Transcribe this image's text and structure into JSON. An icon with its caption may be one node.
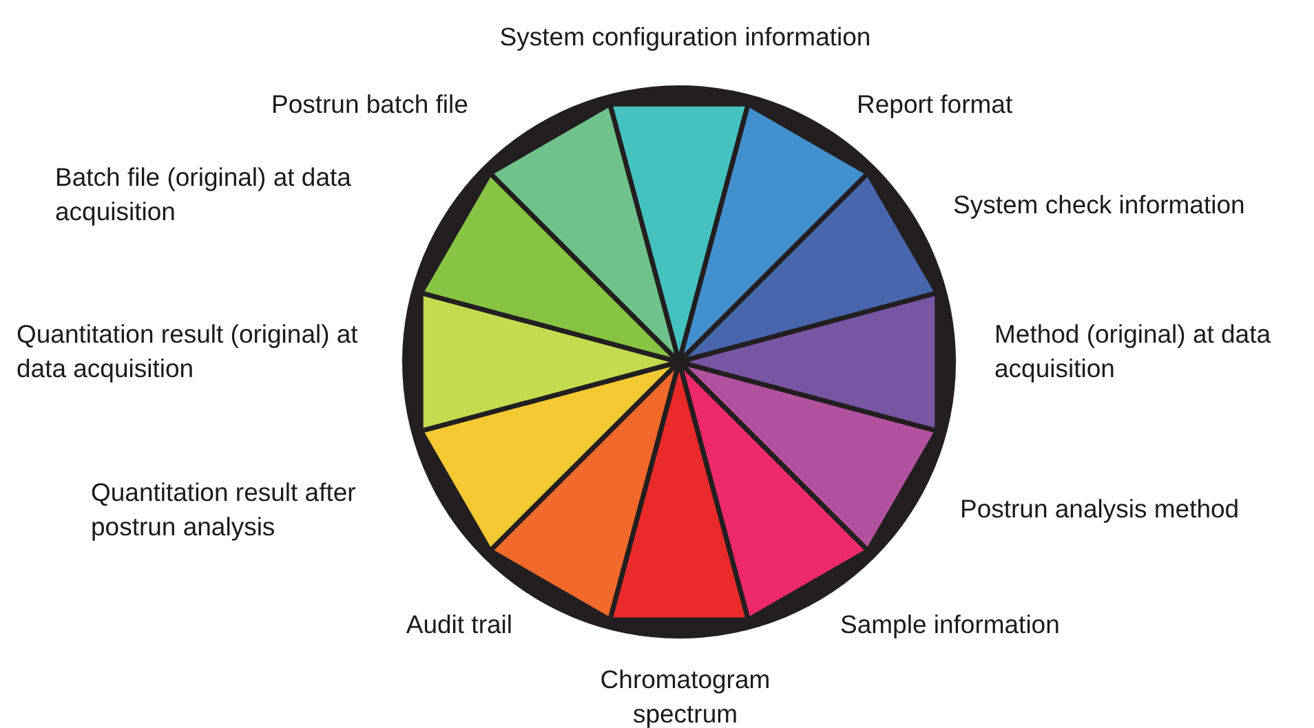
{
  "diagram": {
    "nodes": [
      {
        "text": [
          "System configuration information"
        ]
      },
      {
        "text": [
          "Report format"
        ]
      },
      {
        "text": [
          "System check information"
        ]
      },
      {
        "text": [
          "Method (original) at data acquisition"
        ]
      },
      {
        "text": [
          "Postrun analysis method"
        ]
      },
      {
        "text": [
          "Sample information"
        ]
      },
      {
        "text": [
          "Chromatogram spectrum"
        ]
      },
      {
        "text": [
          "Audit trail"
        ]
      },
      {
        "text": [
          "Quantitation result after postrun analysis"
        ]
      },
      {
        "text": [
          "Quantitation result (original) at data acquisition"
        ]
      },
      {
        "text": [
          "Batch file (original) at data acquisition"
        ]
      },
      {
        "text": [
          "Postrun batch file"
        ]
      }
    ]
  }
}
